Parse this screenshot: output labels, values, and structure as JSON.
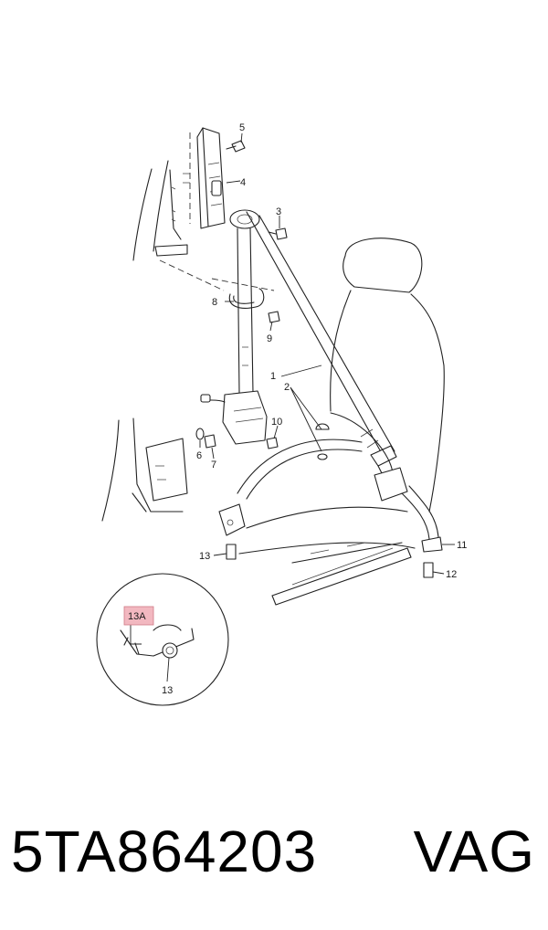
{
  "callouts": {
    "c1": "1",
    "c2": "2",
    "c3": "3",
    "c4": "4",
    "c5": "5",
    "c6": "6",
    "c7": "7",
    "c8": "8",
    "c9": "9",
    "c10": "10",
    "c11": "11",
    "c12": "12",
    "c13": "13",
    "c13a": "13A",
    "c13detail": "13"
  },
  "colors": {
    "line": "#222222",
    "highlight": "#f2b8c0",
    "background": "#ffffff"
  },
  "footer": {
    "part_number": "5TA864203",
    "brand": "VAG"
  }
}
